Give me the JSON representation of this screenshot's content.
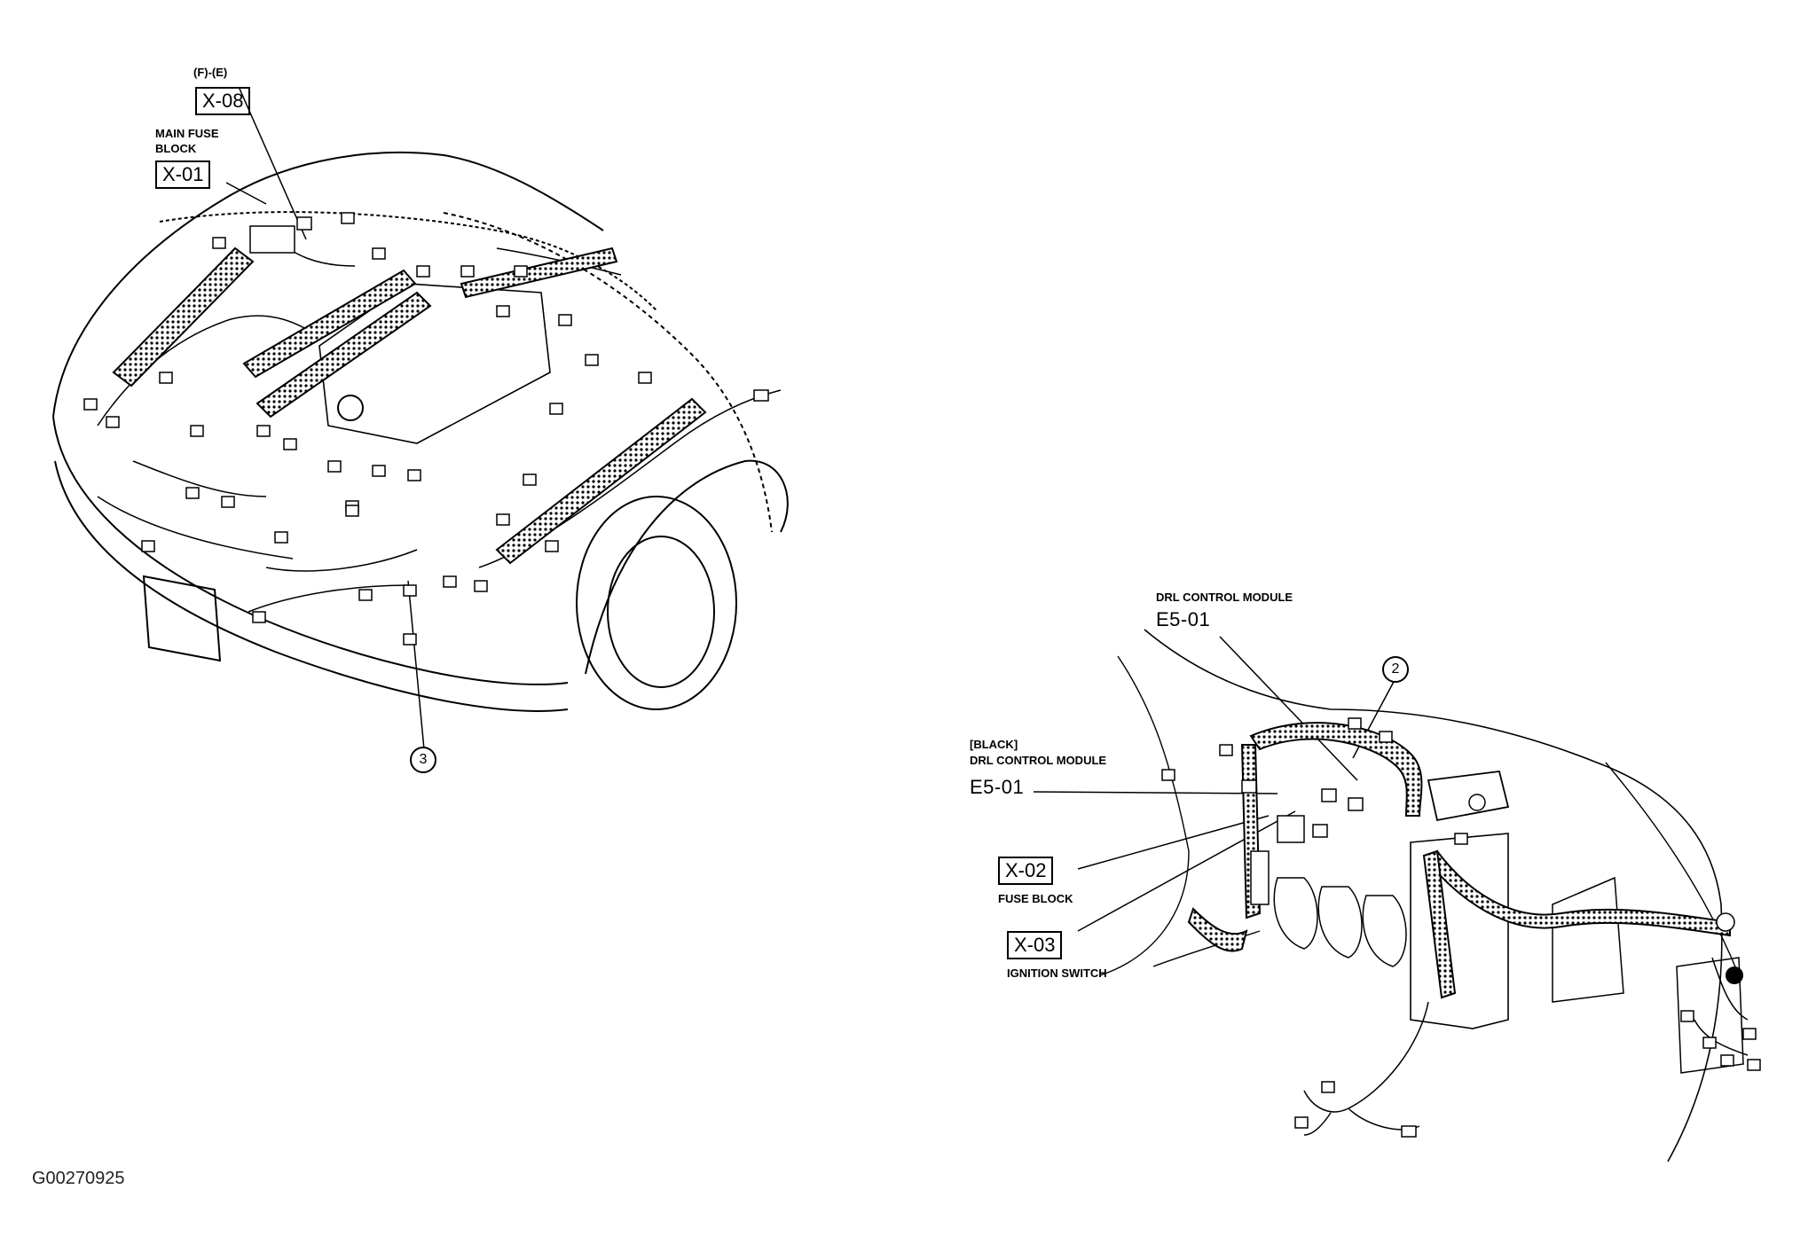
{
  "diagram_id": "G00270925",
  "left_view": {
    "labels": {
      "fe": "(F)-(E)",
      "x08": "X-08",
      "main_fuse_block": "MAIN FUSE",
      "main_fuse_block_2": "BLOCK",
      "x01": "X-01",
      "callout_3": "3"
    }
  },
  "right_view": {
    "labels": {
      "drl_top": "DRL CONTROL MODULE",
      "e501_top": "E5-01",
      "black": "[BLACK]",
      "drl_left": "DRL CONTROL MODULE",
      "e501_left": "E5-01",
      "x02": "X-02",
      "fuse_block": "FUSE BLOCK",
      "x03": "X-03",
      "ignition_switch": "IGNITION SWITCH",
      "callout_2": "2"
    }
  }
}
